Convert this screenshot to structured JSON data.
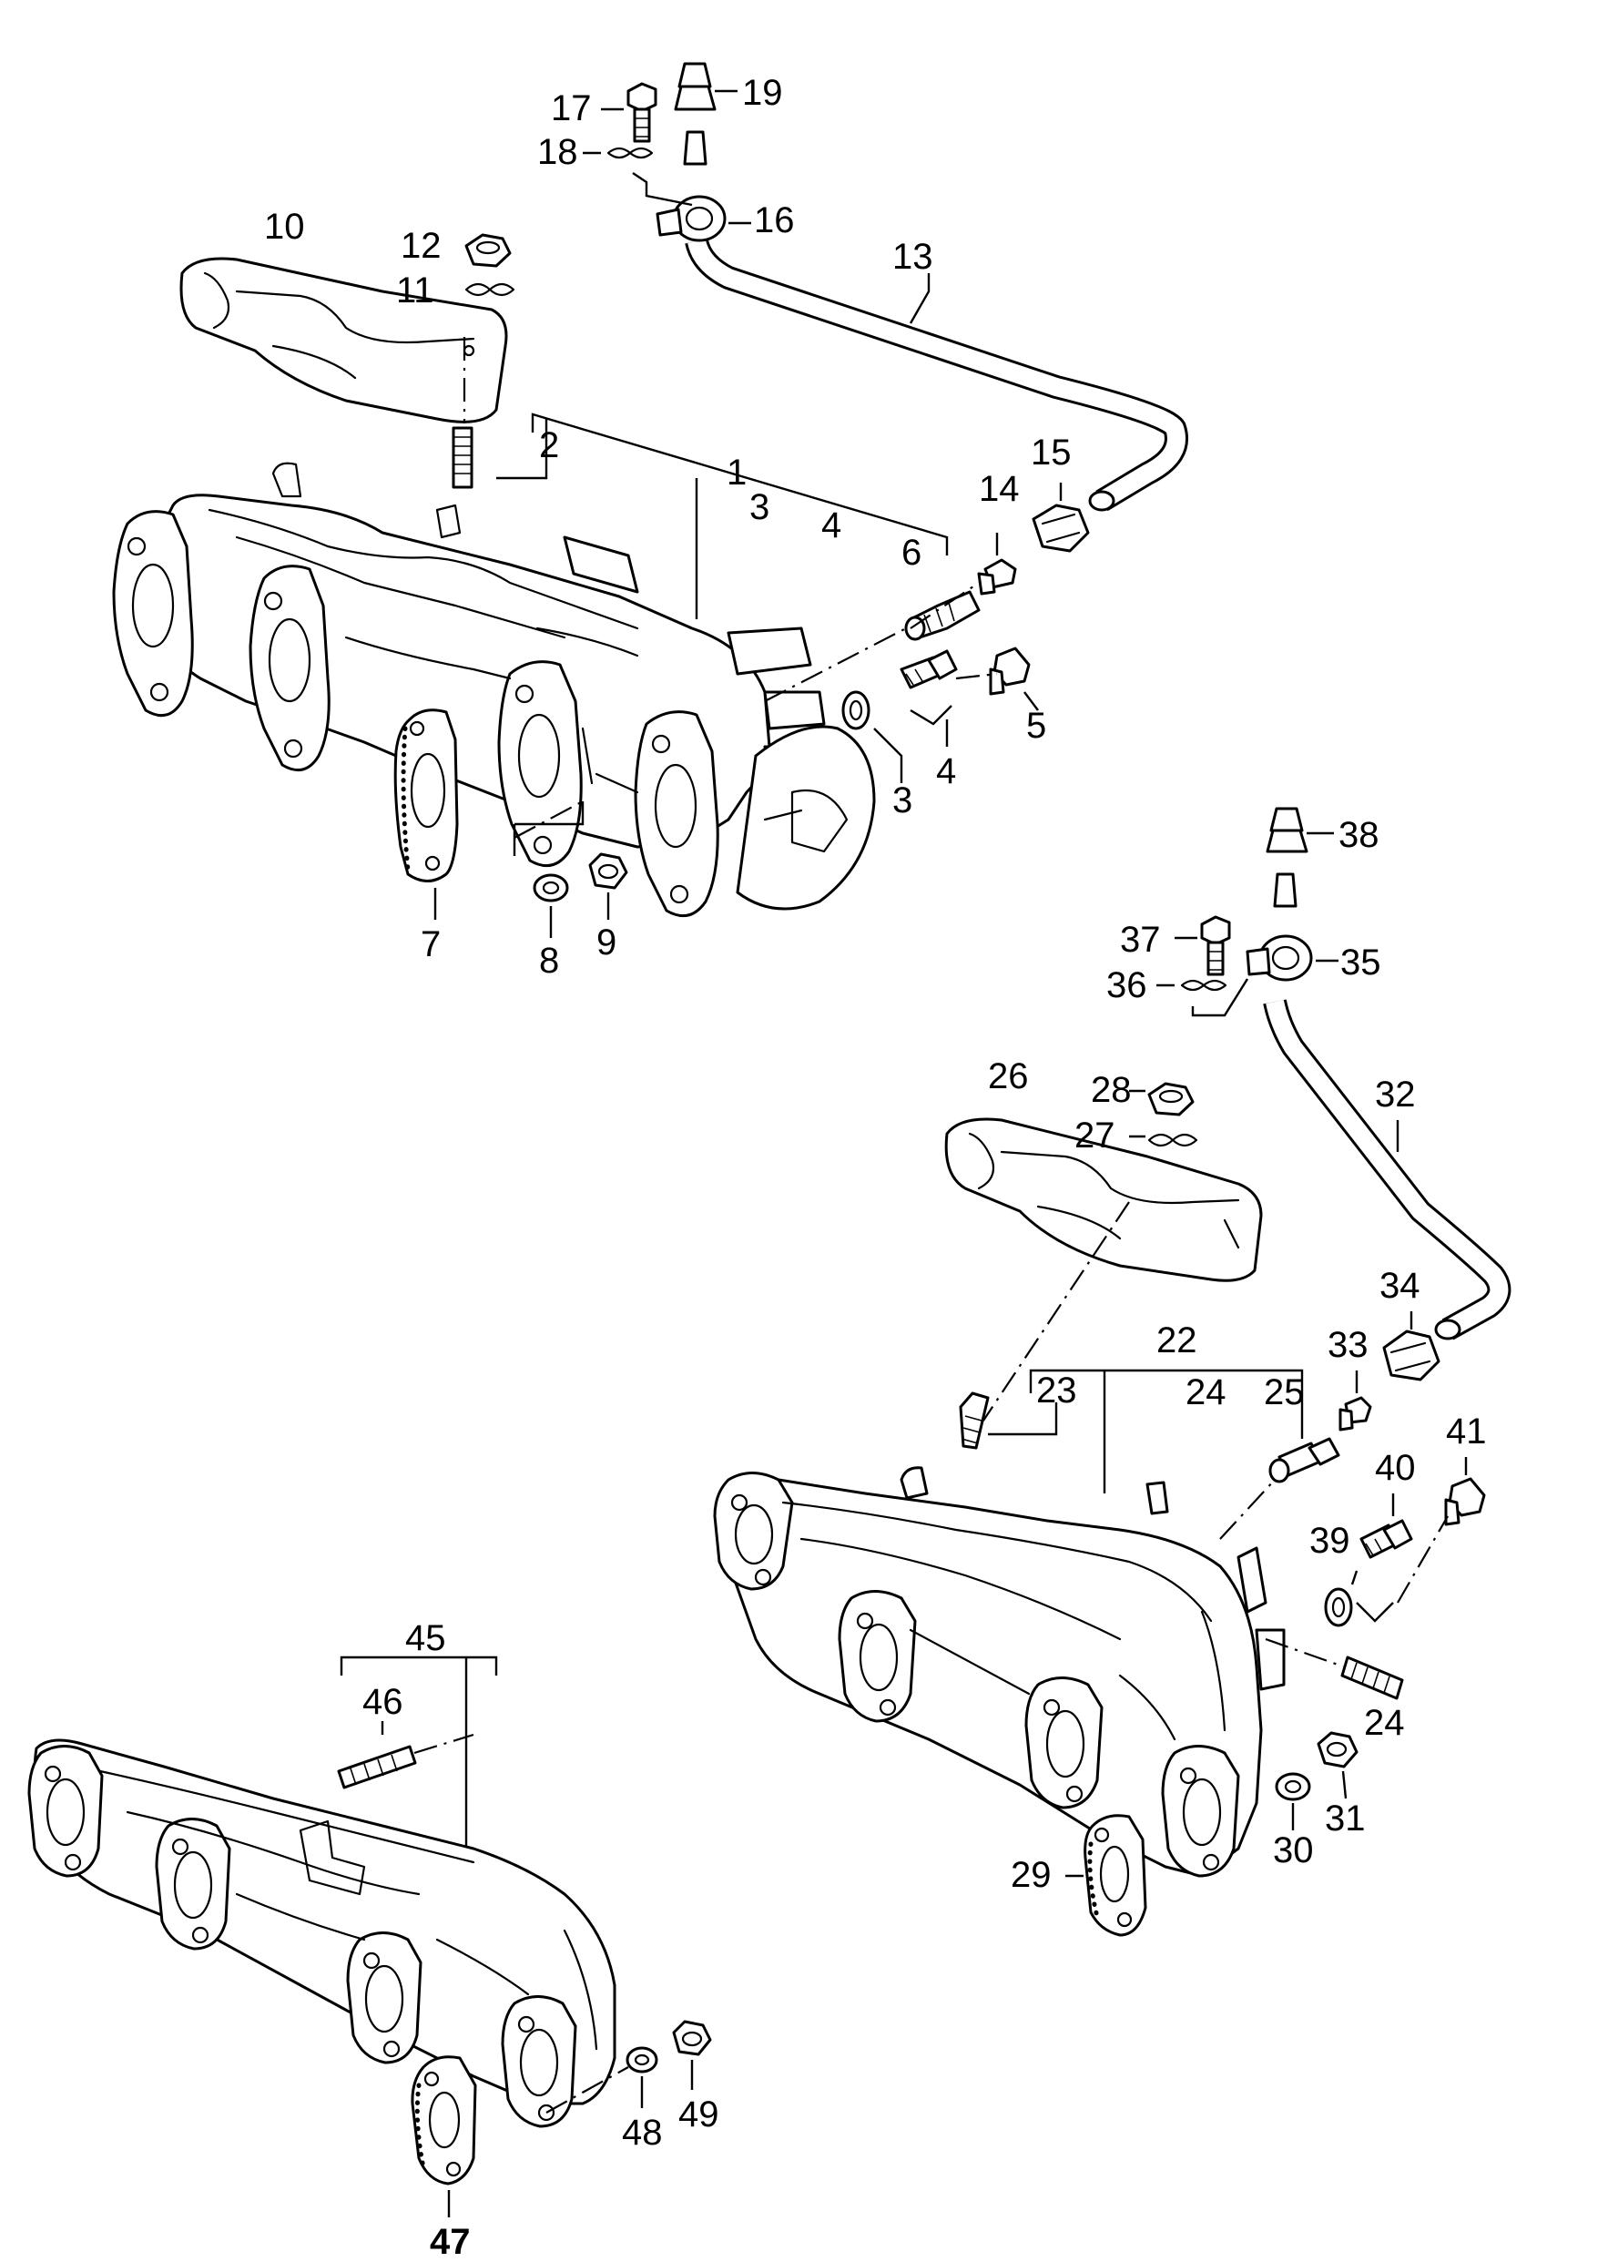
{
  "labels": {
    "n1": "1",
    "n2": "2",
    "n3a": "3",
    "n3b": "3",
    "n4a": "4",
    "n4b": "4",
    "n5": "5",
    "n6": "6",
    "n7": "7",
    "n8": "8",
    "n9": "9",
    "n10": "10",
    "n11": "11",
    "n12": "12",
    "n13": "13",
    "n14": "14",
    "n15": "15",
    "n16": "16",
    "n17": "17",
    "n18": "18",
    "n19": "19",
    "n22": "22",
    "n23": "23",
    "n24a": "24",
    "n24b": "24",
    "n25": "25",
    "n26": "26",
    "n27": "27",
    "n28": "28",
    "n29": "29",
    "n30": "30",
    "n31": "31",
    "n32": "32",
    "n33": "33",
    "n34": "34",
    "n35": "35",
    "n36": "36",
    "n37": "37",
    "n38": "38",
    "n39": "39",
    "n40": "40",
    "n41": "41",
    "n45": "45",
    "n46": "46",
    "n47": "47",
    "n48": "48",
    "n49": "49"
  },
  "colors": {
    "line": "#000000",
    "background": "#ffffff"
  }
}
